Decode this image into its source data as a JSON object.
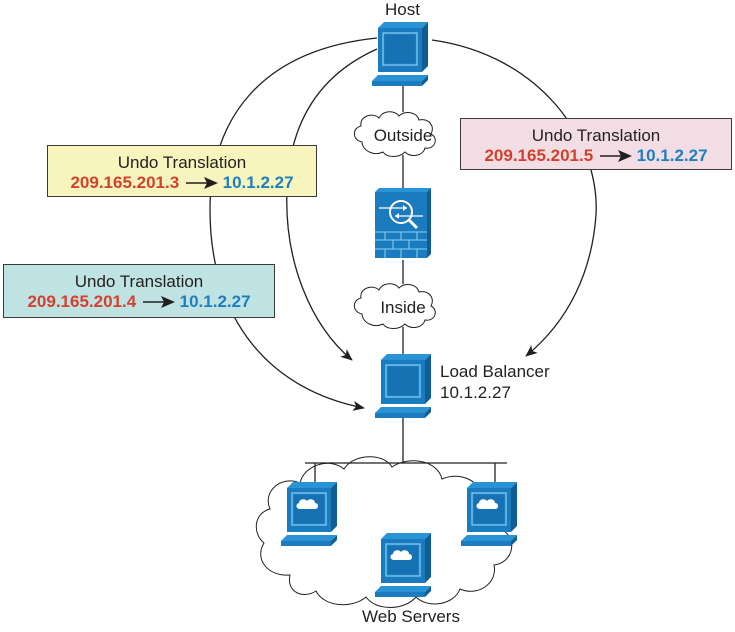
{
  "nodes": {
    "host": {
      "label": "Host"
    },
    "outside": {
      "label": "Outside"
    },
    "inside": {
      "label": "Inside"
    },
    "load_balancer": {
      "label": "Load Balancer",
      "ip": "10.1.2.27"
    },
    "web_servers": {
      "label": "Web Servers",
      "count": 3
    },
    "firewall": {
      "icon": "security-appliance-icon"
    }
  },
  "translations": [
    {
      "title": "Undo Translation",
      "source_ip": "209.165.201.3",
      "target_ip": "10.1.2.27",
      "bg": "#f7f4bd"
    },
    {
      "title": "Undo Translation",
      "source_ip": "209.165.201.5",
      "target_ip": "10.1.2.27",
      "bg": "#f3dde5"
    },
    {
      "title": "Undo Translation",
      "source_ip": "209.165.201.4",
      "target_ip": "10.1.2.27",
      "bg": "#bfe2e2"
    }
  ],
  "colors": {
    "device_blue": "#1a7bbf",
    "device_dark": "#0f5d94",
    "source_red": "#d2412e",
    "target_blue": "#1d7fc0",
    "line": "#231f20"
  }
}
